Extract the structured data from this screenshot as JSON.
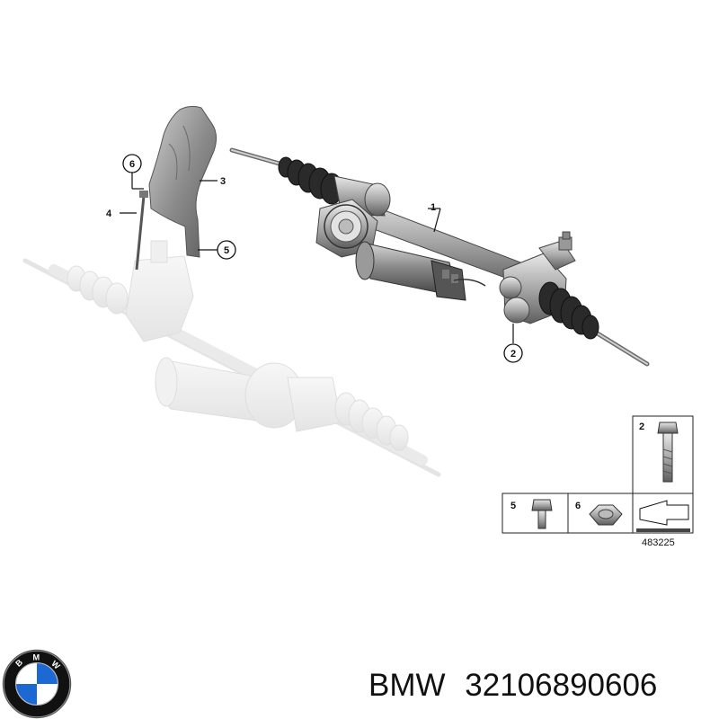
{
  "diagram": {
    "callouts": {
      "c1": "1",
      "c2": "2",
      "c3": "3",
      "c4": "4",
      "c5": "5",
      "c6": "6"
    },
    "hardware_table": {
      "cell_2": "2",
      "cell_5": "5",
      "cell_6": "6",
      "drawing_number": "483225"
    }
  },
  "caption": {
    "brand": "BMW",
    "part_number": "32106890606"
  },
  "logo": {
    "letters": "BMW",
    "colors": {
      "blue": "#1c69d4",
      "white": "#ffffff",
      "ring": "#111111"
    }
  }
}
